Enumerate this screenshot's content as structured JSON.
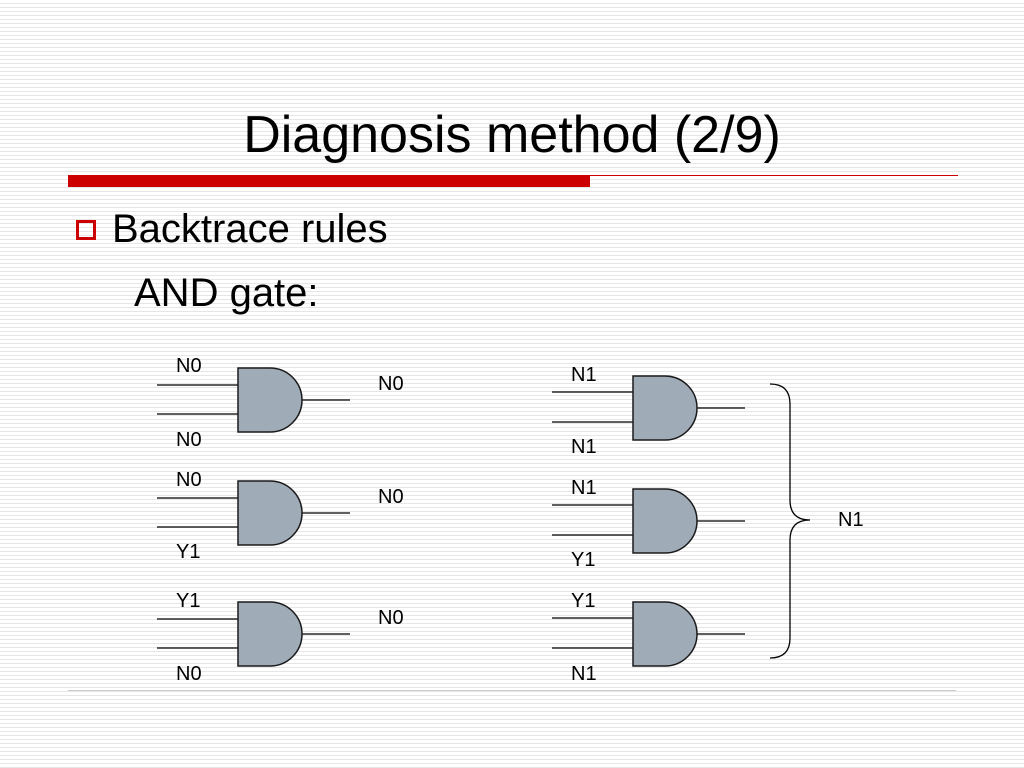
{
  "slide": {
    "title": "Diagnosis method (2/9)",
    "bullet": "Backtrace rules",
    "subtitle": "AND gate:"
  },
  "colors": {
    "accent": "#cc0000",
    "gate_fill": "#a0abb8"
  },
  "gates": {
    "left": [
      {
        "input_a": "N0",
        "input_b": "N0",
        "output": "N0"
      },
      {
        "input_a": "N0",
        "input_b": "Y1",
        "output": "N0"
      },
      {
        "input_a": "Y1",
        "input_b": "N0",
        "output": "N0"
      }
    ],
    "right": [
      {
        "input_a": "N1",
        "input_b": "N1"
      },
      {
        "input_a": "N1",
        "input_b": "Y1"
      },
      {
        "input_a": "Y1",
        "input_b": "N1"
      }
    ],
    "right_group_output": "N1"
  }
}
